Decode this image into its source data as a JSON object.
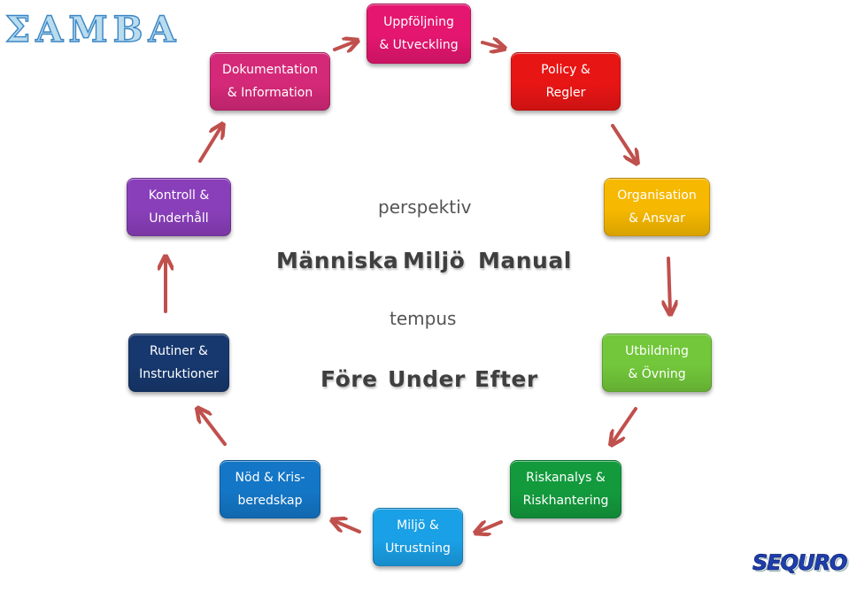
{
  "logo": {
    "text": "ΣΑΜΒΑ"
  },
  "brand": {
    "text": "SEQURO"
  },
  "nodes": {
    "uppfoljning": {
      "label": "Uppföljning\n& Utveckling",
      "color": "#e4166f"
    },
    "policy": {
      "label": "Policy &\nRegler",
      "color": "#e81515"
    },
    "organisation": {
      "label": "Organisation\n& Ansvar",
      "color": "#f6b800"
    },
    "utbildning": {
      "label": "Utbildning\n& Övning",
      "color": "#72c73a"
    },
    "riskanalys": {
      "label": "Riskanalys &\nRiskhantering",
      "color": "#139a3d"
    },
    "miljo": {
      "label": "Miljö &\nUtrustning",
      "color": "#1aa0e6"
    },
    "nod": {
      "label": "Nöd & Kris-\nberedskap",
      "color": "#1476c6"
    },
    "rutiner": {
      "label": "Rutiner &\nInstruktioner",
      "color": "#17386e"
    },
    "kontroll": {
      "label": "Kontroll &\nUnderhåll",
      "color": "#8a3fba"
    },
    "dokumentation": {
      "label": "Dokumentation\n& Information",
      "color": "#d42978"
    }
  },
  "center": {
    "perspektiv": "perspektiv",
    "perspectives": [
      "Människa",
      "Miljö",
      "Manual"
    ],
    "tempus": "tempus",
    "phases": [
      "Före",
      "Under",
      "Efter"
    ]
  },
  "arrow_color": "#c0504d"
}
